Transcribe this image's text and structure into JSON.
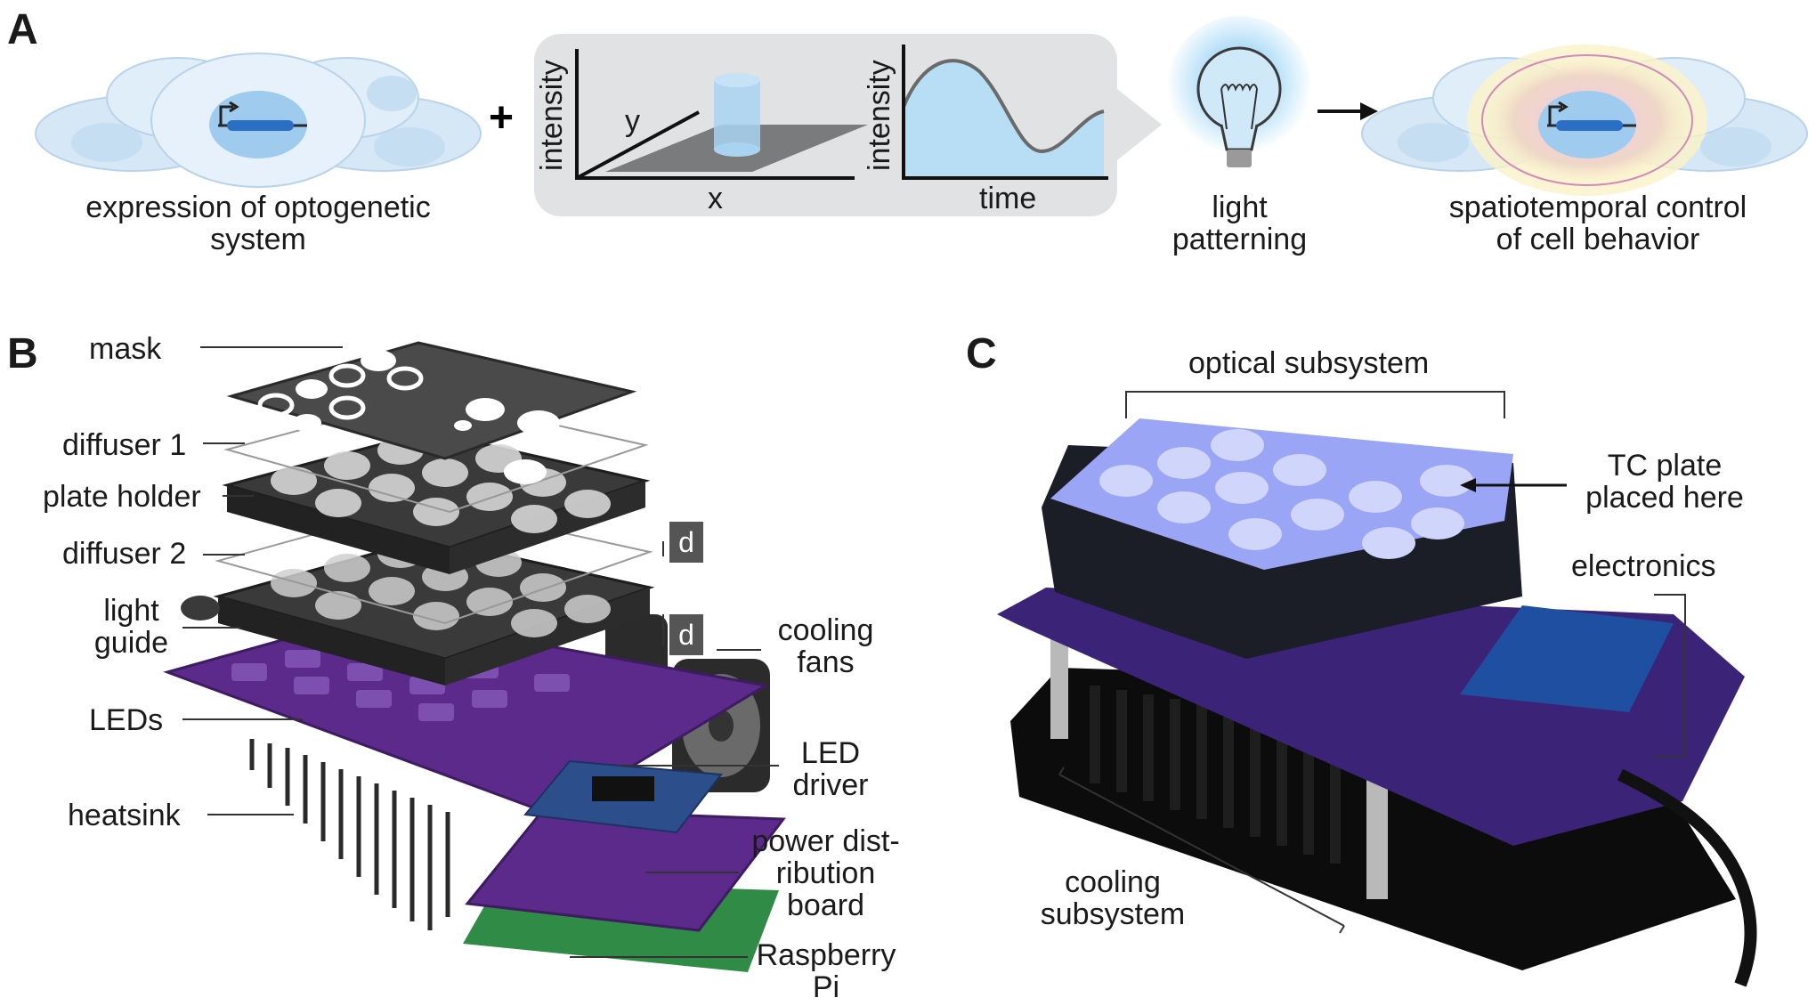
{
  "panels": {
    "a": "A",
    "b": "B",
    "c": "C"
  },
  "panel_a": {
    "left_caption_line1": "expression of optogenetic",
    "left_caption_line2": "system",
    "plus": "+",
    "spatial_plot": {
      "ylabel": "intensity",
      "xlabel": "x",
      "zlabel": "y"
    },
    "temporal_plot": {
      "ylabel": "intensity",
      "xlabel": "time"
    },
    "bulb_caption_line1": "light",
    "bulb_caption_line2": "patterning",
    "right_caption_line1": "spatiotemporal control",
    "right_caption_line2": "of cell behavior"
  },
  "panel_b": {
    "labels": {
      "mask": "mask",
      "diffuser1": "diffuser 1",
      "plate_holder": "plate holder",
      "diffuser2": "diffuser 2",
      "light_guide_1": "light",
      "light_guide_2": "guide",
      "leds": "LEDs",
      "heatsink": "heatsink",
      "cooling_fans_1": "cooling",
      "cooling_fans_2": "fans",
      "led_driver_1": "LED",
      "led_driver_2": "driver",
      "power_1": "power dist-",
      "power_2": "ribution",
      "power_3": "board",
      "rpi_1": "Raspberry",
      "rpi_2": "Pi",
      "d1": "d",
      "d2": "d"
    },
    "colors": {
      "pcb": "#5b2a8a",
      "housing": "#3a3a3a",
      "mask": "#4a4a4a"
    }
  },
  "panel_c": {
    "optical": "optical subsystem",
    "tc_1": "TC plate",
    "tc_2": "placed here",
    "electronics": "electronics",
    "cooling_1": "cooling",
    "cooling_2": "subsystem",
    "colors": {
      "glow": "#9aa6f5",
      "pcb": "#3b2378"
    }
  }
}
